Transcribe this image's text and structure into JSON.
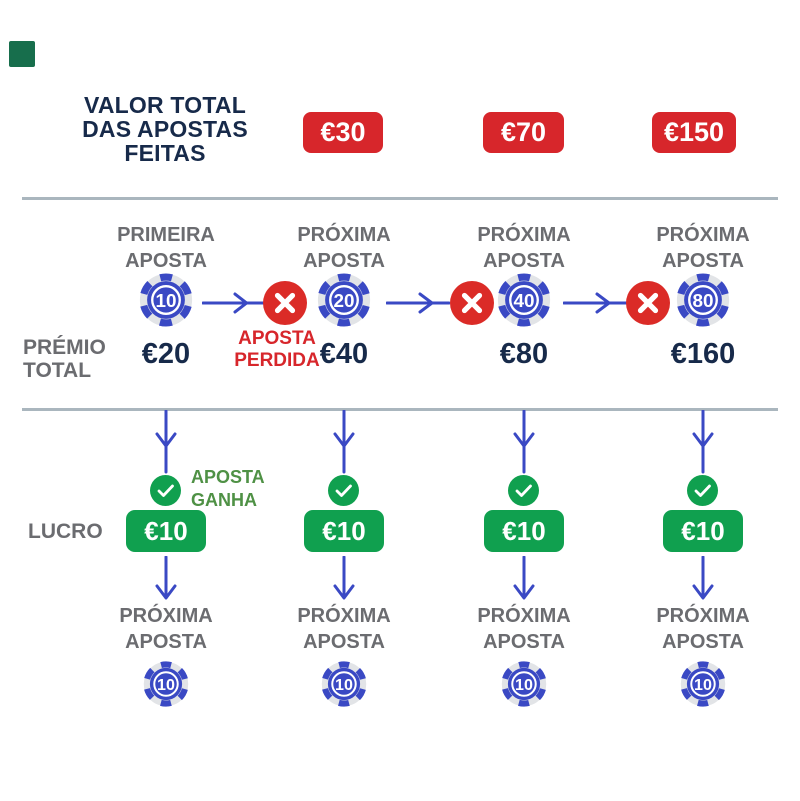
{
  "colors": {
    "navy": "#172a4a",
    "gray": "#6b6c70",
    "red": "#d7262b",
    "redx": "#db2b27",
    "green": "#10a04f",
    "greentext": "#4f9145",
    "blue": "#3a49c4",
    "divider": "#aab6be",
    "logogreen": "#176e4c",
    "chipring": "#e2e4e7"
  },
  "header": {
    "title_lines": [
      "VALOR TOTAL",
      "DAS APOSTAS",
      "FEITAS"
    ]
  },
  "totals": {
    "values": [
      "€30",
      "€70",
      "€150"
    ]
  },
  "top": {
    "prize_label_lines": [
      "PRÉMIO",
      "TOTAL"
    ],
    "lost_label_lines": [
      "APOSTA",
      "PERDIDA"
    ],
    "columns": [
      {
        "label_lines": [
          "PRIMEIRA",
          "APOSTA"
        ],
        "chip": "10",
        "prize": "€20"
      },
      {
        "label_lines": [
          "PRÓXIMA",
          "APOSTA"
        ],
        "chip": "20",
        "prize": "€40"
      },
      {
        "label_lines": [
          "PRÓXIMA",
          "APOSTA"
        ],
        "chip": "40",
        "prize": "€80"
      },
      {
        "label_lines": [
          "PRÓXIMA",
          "APOSTA"
        ],
        "chip": "80",
        "prize": "€160"
      }
    ]
  },
  "bottom": {
    "profit_label": "LUCRO",
    "won_label_lines": [
      "APOSTA",
      "GANHA"
    ],
    "columns": [
      {
        "profit": "€10",
        "next_label_lines": [
          "PRÓXIMA",
          "APOSTA"
        ],
        "chip": "10"
      },
      {
        "profit": "€10",
        "next_label_lines": [
          "PRÓXIMA",
          "APOSTA"
        ],
        "chip": "10"
      },
      {
        "profit": "€10",
        "next_label_lines": [
          "PRÓXIMA",
          "APOSTA"
        ],
        "chip": "10"
      },
      {
        "profit": "€10",
        "next_label_lines": [
          "PRÓXIMA",
          "APOSTA"
        ],
        "chip": "10"
      }
    ]
  }
}
